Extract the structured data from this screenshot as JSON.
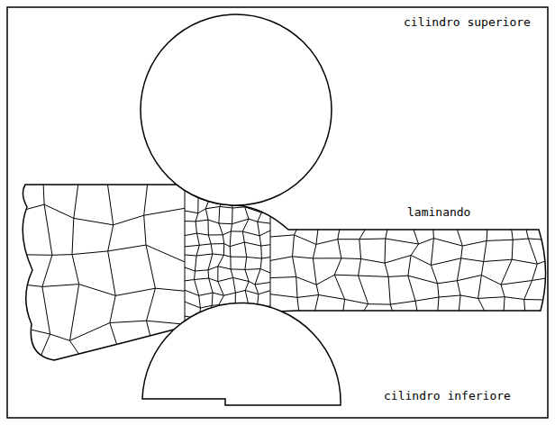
{
  "diagram": {
    "labels": [
      "cilindro superiore",
      "laminando",
      "cilindro inferiore"
    ]
  }
}
